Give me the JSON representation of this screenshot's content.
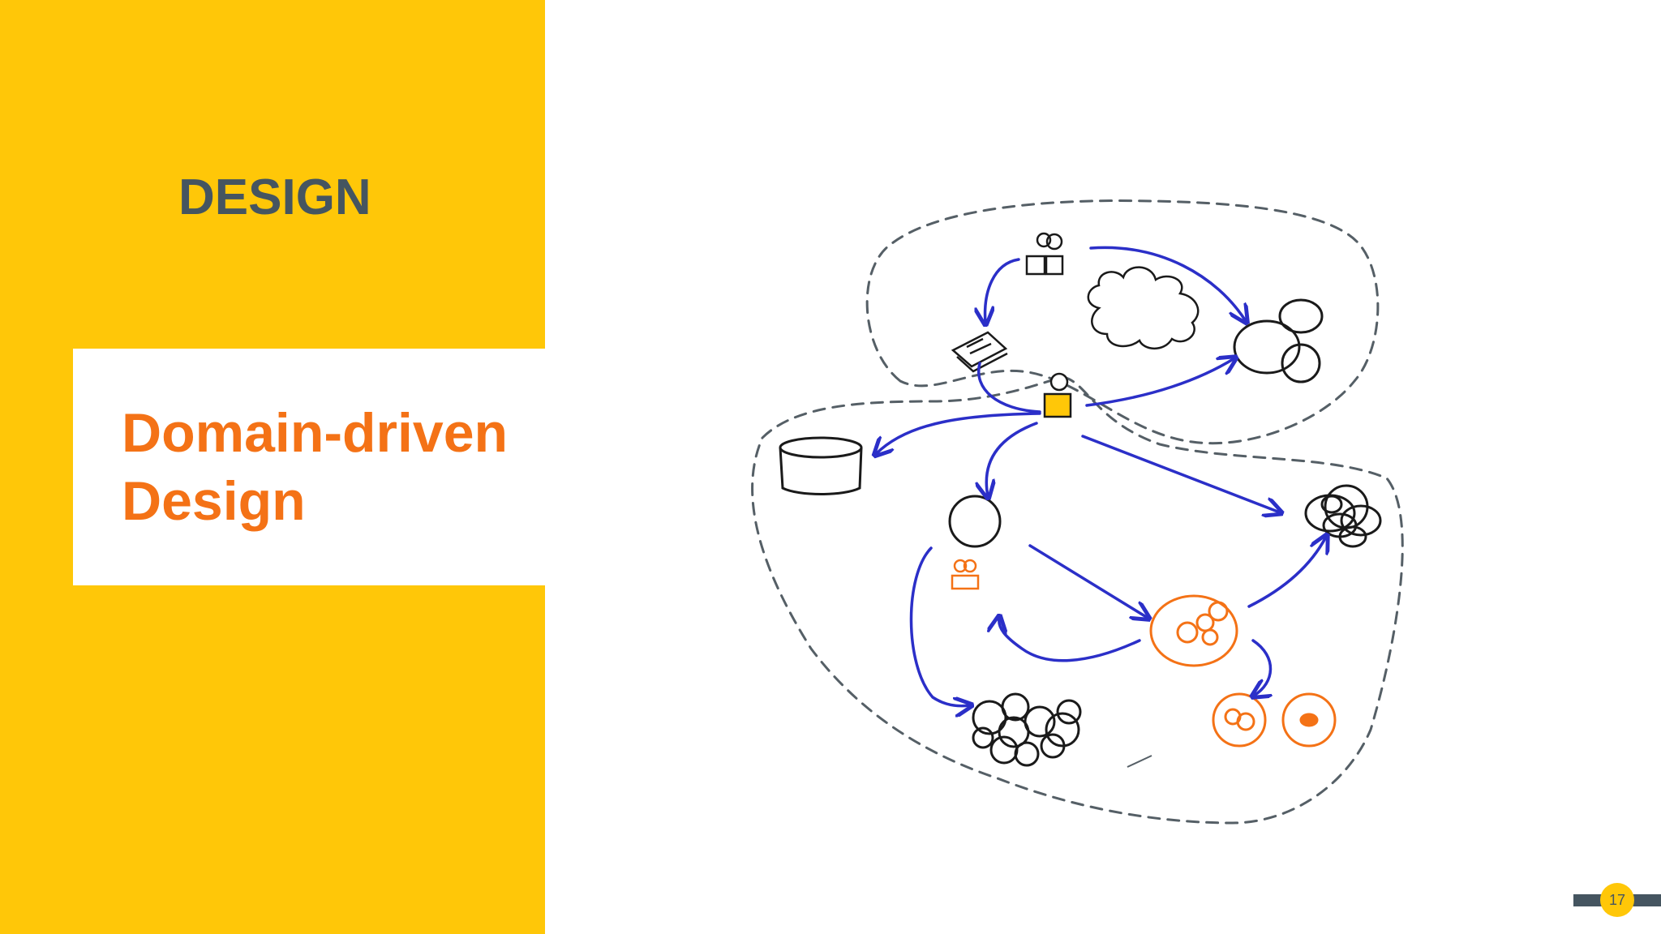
{
  "slide": {
    "section_label": "DESIGN",
    "title_lines": [
      "Domain-driven",
      "Design"
    ],
    "page_number": "17"
  },
  "colors": {
    "accent_yellow": "#ffc708",
    "title_orange": "#f47216",
    "dark_slate": "#455560",
    "sketch_blue": "#2b2fc8",
    "sketch_orange": "#f47216",
    "sketch_ink": "#1a1a1a",
    "boundary_gray": "#555f66"
  },
  "icons": [
    "people-icon",
    "book-icon",
    "person-icon",
    "cloud-icon",
    "bubble-cluster-icon",
    "database-icon",
    "tangled-scribble-icon",
    "crowd-icon"
  ]
}
